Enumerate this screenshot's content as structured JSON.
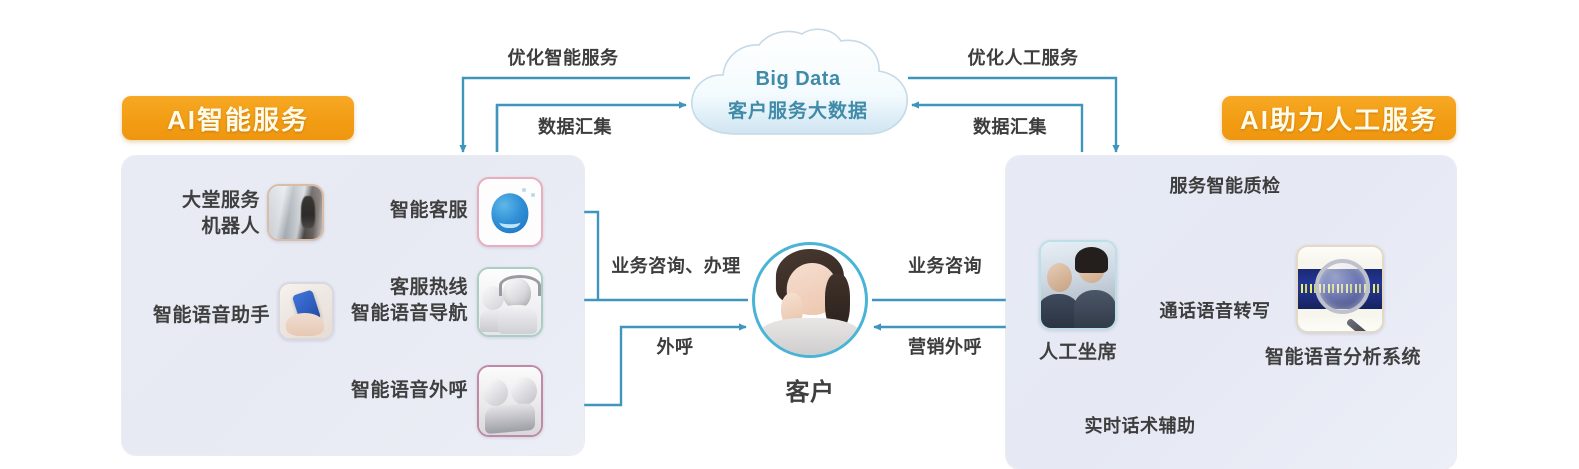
{
  "diagram": {
    "title_left": "AI智能服务",
    "title_right": "AI助力人工服务",
    "accent_orange": "#f2a01a",
    "accent_line": "#3f95bb",
    "panel_bg": "#e8ebf4"
  },
  "cloud": {
    "label_en": "Big Data",
    "label_cn": "客户服务大数据",
    "text_color": "#3f8ba8"
  },
  "cloud_flows": {
    "left_top": "优化智能服务",
    "left_bottom": "数据汇集",
    "right_top": "优化人工服务",
    "right_bottom": "数据汇集"
  },
  "left_panel": {
    "items": [
      {
        "label": "大堂服务\n机器人",
        "icon": "lobby-robot-photo"
      },
      {
        "label": "智能语音助手",
        "icon": "voice-assistant-phone-photo"
      },
      {
        "label": "智能客服",
        "icon": "smart-chatbot-icon"
      },
      {
        "label": "客服热线\n智能语音导航",
        "icon": "hotline-robot-photo"
      },
      {
        "label": "智能语音外呼",
        "icon": "outbound-voice-machine-photo"
      }
    ]
  },
  "center": {
    "label": "客户",
    "icon": "customer-avatar",
    "flows": {
      "left_top": "业务咨询、办理",
      "left_bottom": "外呼",
      "right_top": "业务咨询",
      "right_bottom": "营销外呼"
    }
  },
  "right_panel": {
    "top_flow": "服务智能质检",
    "mid_flow": "通话语音转写",
    "bottom_flow": "实时话术辅助",
    "nodes": [
      {
        "label": "人工坐席",
        "icon": "human-agents-photo"
      },
      {
        "label": "智能语音分析系统",
        "icon": "voice-analysis-icon"
      }
    ]
  }
}
